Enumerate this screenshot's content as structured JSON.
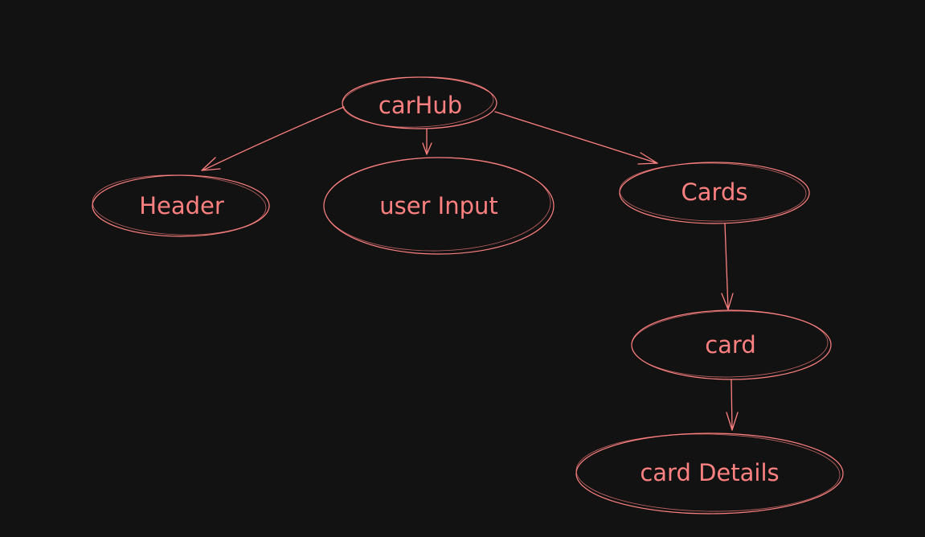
{
  "style": {
    "background": "#121212",
    "stroke": "#ff8080",
    "text": "#ff8080"
  },
  "nodes": {
    "carhub": {
      "label": "carHub"
    },
    "header": {
      "label": "Header"
    },
    "user_input": {
      "label": "user Input"
    },
    "cards": {
      "label": "Cards"
    },
    "card": {
      "label": "card"
    },
    "card_details": {
      "label": "card Details"
    }
  },
  "edges": [
    {
      "from": "carHub",
      "to": "Header"
    },
    {
      "from": "carHub",
      "to": "user Input"
    },
    {
      "from": "carHub",
      "to": "Cards"
    },
    {
      "from": "Cards",
      "to": "card"
    },
    {
      "from": "card",
      "to": "card Details"
    }
  ]
}
